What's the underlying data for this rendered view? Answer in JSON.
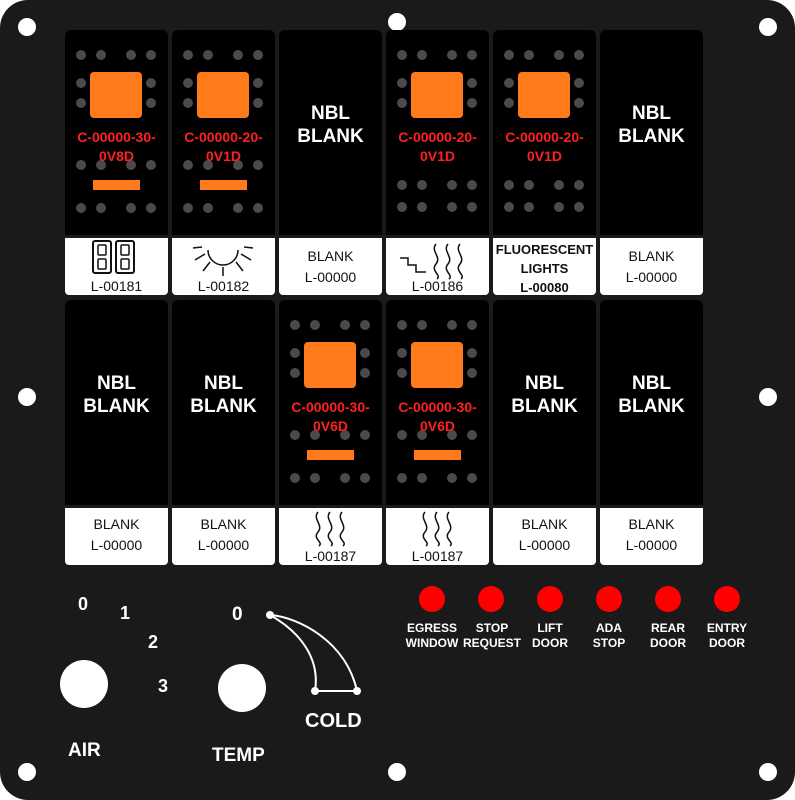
{
  "top_row": [
    {
      "type": "rocker",
      "code_line1": "C-00000-30-",
      "code_line2": "0V8D",
      "label": {
        "kind": "icon",
        "icon": "seat-pair-icon",
        "code": "L-00181"
      }
    },
    {
      "type": "rocker",
      "code_line1": "C-00000-20-",
      "code_line2": "0V1D",
      "label": {
        "kind": "icon",
        "icon": "sun-icon",
        "code": "L-00182"
      }
    },
    {
      "type": "blank",
      "title_line1": "NBL",
      "title_line2": "BLANK",
      "label": {
        "kind": "text",
        "line1": "BLANK",
        "line2": "L-00000"
      }
    },
    {
      "type": "rocker",
      "code_line1": "C-00000-20-",
      "code_line2": "0V1D",
      "label": {
        "kind": "icon",
        "icon": "stairs-heat-icon",
        "code": "L-00186"
      }
    },
    {
      "type": "rocker",
      "code_line1": "C-00000-20-",
      "code_line2": "0V1D",
      "label": {
        "kind": "bold-text",
        "line1": "FLUORESCENT",
        "line2": "LIGHTS",
        "line3": "L-00080"
      }
    },
    {
      "type": "blank",
      "title_line1": "NBL",
      "title_line2": "BLANK",
      "label": {
        "kind": "text",
        "line1": "BLANK",
        "line2": "L-00000"
      }
    }
  ],
  "bottom_row": [
    {
      "type": "blank",
      "title_line1": "NBL",
      "title_line2": "BLANK",
      "label": {
        "kind": "text",
        "line1": "BLANK",
        "line2": "L-00000"
      }
    },
    {
      "type": "blank",
      "title_line1": "NBL",
      "title_line2": "BLANK",
      "label": {
        "kind": "text",
        "line1": "BLANK",
        "line2": "L-00000"
      }
    },
    {
      "type": "rocker",
      "code_line1": "C-00000-30-",
      "code_line2": "0V6D",
      "label": {
        "kind": "icon",
        "icon": "heat-waves-icon",
        "code": "L-00187"
      }
    },
    {
      "type": "rocker",
      "code_line1": "C-00000-30-",
      "code_line2": "0V6D",
      "label": {
        "kind": "icon",
        "icon": "heat-waves-icon",
        "code": "L-00187"
      }
    },
    {
      "type": "blank",
      "title_line1": "NBL",
      "title_line2": "BLANK",
      "label": {
        "kind": "text",
        "line1": "BLANK",
        "line2": "L-00000"
      }
    },
    {
      "type": "blank",
      "title_line1": "NBL",
      "title_line2": "BLANK",
      "label": {
        "kind": "text",
        "line1": "BLANK",
        "line2": "L-00000"
      }
    }
  ],
  "indicators": [
    {
      "line1": "EGRESS",
      "line2": "WINDOW"
    },
    {
      "line1": "STOP",
      "line2": "REQUEST"
    },
    {
      "line1": "LIFT",
      "line2": "DOOR"
    },
    {
      "line1": "ADA",
      "line2": "STOP"
    },
    {
      "line1": "REAR",
      "line2": "DOOR"
    },
    {
      "line1": "ENTRY",
      "line2": "DOOR"
    }
  ],
  "air_knob": {
    "label": "AIR",
    "positions": [
      "0",
      "1",
      "2",
      "3"
    ]
  },
  "temp_knob": {
    "label": "TEMP",
    "zero": "0",
    "cold": "COLD"
  },
  "colors": {
    "panel": "#1a1a1a",
    "amber": "#ff7a1a",
    "code_red": "#ff2020",
    "led_red": "#ff0000"
  }
}
